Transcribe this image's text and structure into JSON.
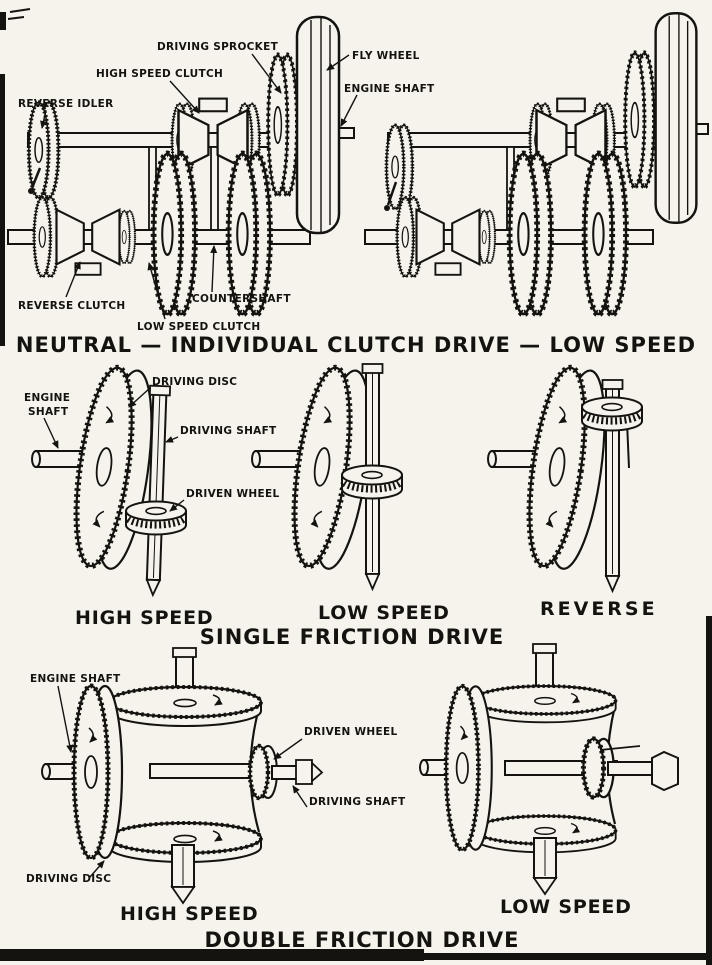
{
  "colors": {
    "ink": "#15130f",
    "paper": "#f5f3ec"
  },
  "clutch_drive_figure": {
    "labels": {
      "driving_sprocket": "DRIVING SPROCKET",
      "high_speed_clutch": "HIGH SPEED CLUTCH",
      "reverse_idler": "REVERSE IDLER",
      "fly_wheel": "FLY WHEEL",
      "engine_shaft": "ENGINE SHAFT",
      "reverse_clutch": "REVERSE CLUTCH",
      "low_speed_clutch": "LOW SPEED CLUTCH",
      "countershaft": "COUNTERSHAFT"
    },
    "caption": "NEUTRAL — INDIVIDUAL CLUTCH DRIVE — LOW SPEED"
  },
  "single_friction_figure": {
    "labels": {
      "engine_shaft_line1": "ENGINE",
      "engine_shaft_line2": "SHAFT",
      "driving_disc": "DRIVING DISC",
      "driving_shaft": "DRIVING SHAFT",
      "driven_wheel": "DRIVEN WHEEL"
    },
    "captions": {
      "high_speed": "HIGH SPEED",
      "low_speed": "LOW SPEED",
      "reverse": "REVERSE",
      "title": "SINGLE FRICTION DRIVE"
    }
  },
  "double_friction_figure": {
    "labels": {
      "engine_shaft": "ENGINE SHAFT",
      "driven_wheel": "DRIVEN WHEEL",
      "driving_shaft": "DRIVING SHAFT",
      "driving_disc": "DRIVING DISC"
    },
    "captions": {
      "high_speed": "HIGH SPEED",
      "low_speed": "LOW SPEED",
      "title": "DOUBLE FRICTION DRIVE"
    }
  }
}
